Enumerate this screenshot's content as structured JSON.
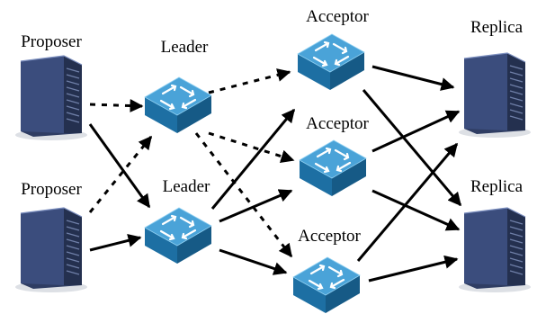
{
  "colors": {
    "switch_top": "#4aa3d8",
    "switch_side": "#1d6fa3",
    "switch_arrows": "#ffffff",
    "server_body": "#2f3d63",
    "server_face": "#3b4d7d",
    "edge": "#000000",
    "background": "#ffffff"
  },
  "nodes": {
    "proposer_1": {
      "label": "Proposer",
      "icon": "server-icon"
    },
    "proposer_2": {
      "label": "Proposer",
      "icon": "server-icon"
    },
    "leader_1": {
      "label": "Leader",
      "icon": "switch-icon"
    },
    "leader_2": {
      "label": "Leader",
      "icon": "switch-icon"
    },
    "acceptor_1": {
      "label": "Acceptor",
      "icon": "switch-icon"
    },
    "acceptor_2": {
      "label": "Acceptor",
      "icon": "switch-icon"
    },
    "acceptor_3": {
      "label": "Acceptor",
      "icon": "switch-icon"
    },
    "replica_1": {
      "label": "Replica",
      "icon": "server-icon"
    },
    "replica_2": {
      "label": "Replica",
      "icon": "server-icon"
    }
  },
  "edges": [
    {
      "from": "proposer_1",
      "to": "leader_1",
      "style": "dashed"
    },
    {
      "from": "proposer_2",
      "to": "leader_1",
      "style": "dashed"
    },
    {
      "from": "leader_1",
      "to": "acceptor_1",
      "style": "dashed"
    },
    {
      "from": "leader_1",
      "to": "acceptor_2",
      "style": "dashed"
    },
    {
      "from": "leader_1",
      "to": "acceptor_3",
      "style": "dashed"
    },
    {
      "from": "proposer_1",
      "to": "leader_2",
      "style": "solid"
    },
    {
      "from": "proposer_2",
      "to": "leader_2",
      "style": "solid"
    },
    {
      "from": "leader_2",
      "to": "acceptor_1",
      "style": "solid"
    },
    {
      "from": "leader_2",
      "to": "acceptor_2",
      "style": "solid"
    },
    {
      "from": "leader_2",
      "to": "acceptor_3",
      "style": "solid"
    },
    {
      "from": "acceptor_1",
      "to": "replica_1",
      "style": "solid"
    },
    {
      "from": "acceptor_1",
      "to": "replica_2",
      "style": "solid"
    },
    {
      "from": "acceptor_2",
      "to": "replica_1",
      "style": "solid"
    },
    {
      "from": "acceptor_2",
      "to": "replica_2",
      "style": "solid"
    },
    {
      "from": "acceptor_3",
      "to": "replica_1",
      "style": "solid"
    },
    {
      "from": "acceptor_3",
      "to": "replica_2",
      "style": "solid"
    }
  ]
}
